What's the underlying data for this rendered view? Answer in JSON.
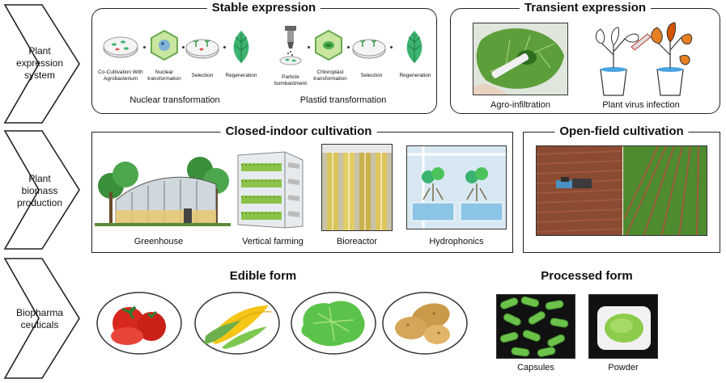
{
  "stages": [
    {
      "label_lines": [
        "Plant",
        "expression",
        "system"
      ]
    },
    {
      "label_lines": [
        "Plant",
        "biomass",
        "production"
      ]
    },
    {
      "label_lines": [
        "Biopharma",
        "ceuticals"
      ]
    }
  ],
  "stable": {
    "title": "Stable expression",
    "nuclear": {
      "steps": [
        "Co-Cultivation With Agrobacterium",
        "Nuclear transformation",
        "Selection",
        "Regeneration"
      ],
      "label": "Nuclear transformation"
    },
    "plastid": {
      "steps": [
        "Particle bombardment",
        "Chloroplast transformation",
        "Selection",
        "Regeneration"
      ],
      "label": "Plastid transformation"
    }
  },
  "transient": {
    "title": "Transient expression",
    "items": [
      "Agro-infiltration",
      "Plant virus infection"
    ]
  },
  "closed": {
    "title": "Closed-indoor cultivation",
    "items": [
      "Greenhouse",
      "Vertical farming",
      "Bioreactor",
      "Hydrophonics"
    ]
  },
  "open": {
    "title": "Open-field cultivation"
  },
  "edible": {
    "title": "Edible form",
    "icons": [
      "tomato-icon",
      "corn-icon",
      "lettuce-icon",
      "potato-icon"
    ]
  },
  "processed": {
    "title": "Processed form",
    "items": [
      "Capsules",
      "Powder"
    ]
  },
  "colors": {
    "leaf_green": "#3cb371",
    "outline": "#222222",
    "soil": "#8b4a32"
  }
}
